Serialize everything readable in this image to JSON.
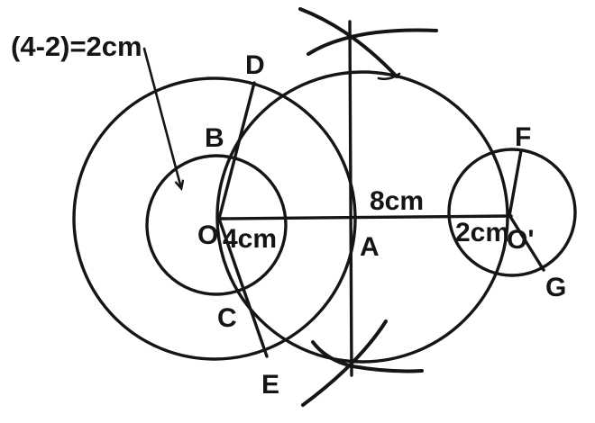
{
  "diagram": {
    "annotation": "(4-2)=2cm",
    "points": {
      "O": "O",
      "Oprime": "O'",
      "A": "A",
      "B": "B",
      "C": "C",
      "D": "D",
      "E": "E",
      "F": "F",
      "G": "G"
    },
    "measurements": {
      "center_distance": "8cm",
      "large_radius": "4cm",
      "small_radius": "2cm"
    }
  },
  "colors": {
    "stroke": "#151515",
    "background": "#ffffff"
  }
}
